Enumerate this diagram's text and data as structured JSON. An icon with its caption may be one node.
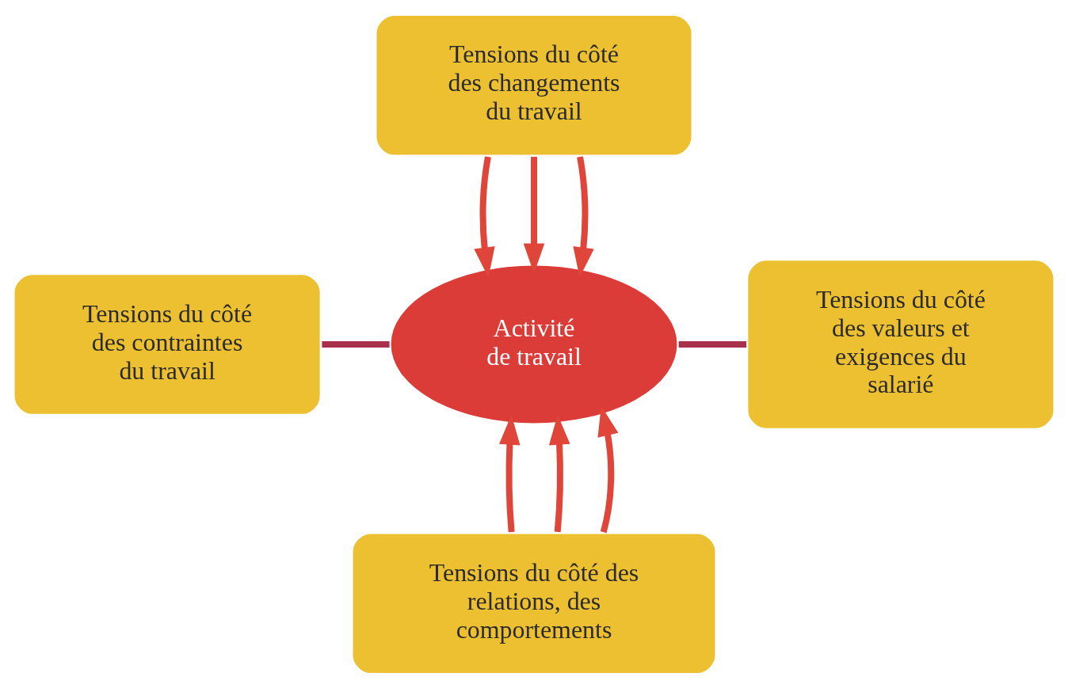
{
  "diagram": {
    "nodes": [
      {
        "text": [
          "Tensions du côté des changements du travail"
        ]
      },
      {
        "text": [
          "Tensions du côté des contraintes du travail"
        ]
      },
      {
        "text": [
          "Activité de travail"
        ]
      },
      {
        "text": [
          "Tensions du côté des valeurs et exigences du salarié"
        ]
      },
      {
        "text": [
          "Tensions du côté des relations, des comportements"
        ]
      }
    ],
    "edges": [
      {
        "from": 0,
        "to": 2,
        "arrow": "to"
      },
      {
        "from": 0,
        "to": 2,
        "arrow": "to"
      },
      {
        "from": 0,
        "to": 2,
        "arrow": "to"
      },
      {
        "from": 1,
        "to": 2,
        "arrow": "none",
        "color": "#a8304c"
      },
      {
        "from": 2,
        "to": 3,
        "arrow": "none",
        "color": "#a8304c"
      },
      {
        "from": 4,
        "to": 2,
        "arrow": "to"
      },
      {
        "from": 4,
        "to": 2,
        "arrow": "to"
      },
      {
        "from": 4,
        "to": 2,
        "arrow": "to"
      }
    ]
  }
}
